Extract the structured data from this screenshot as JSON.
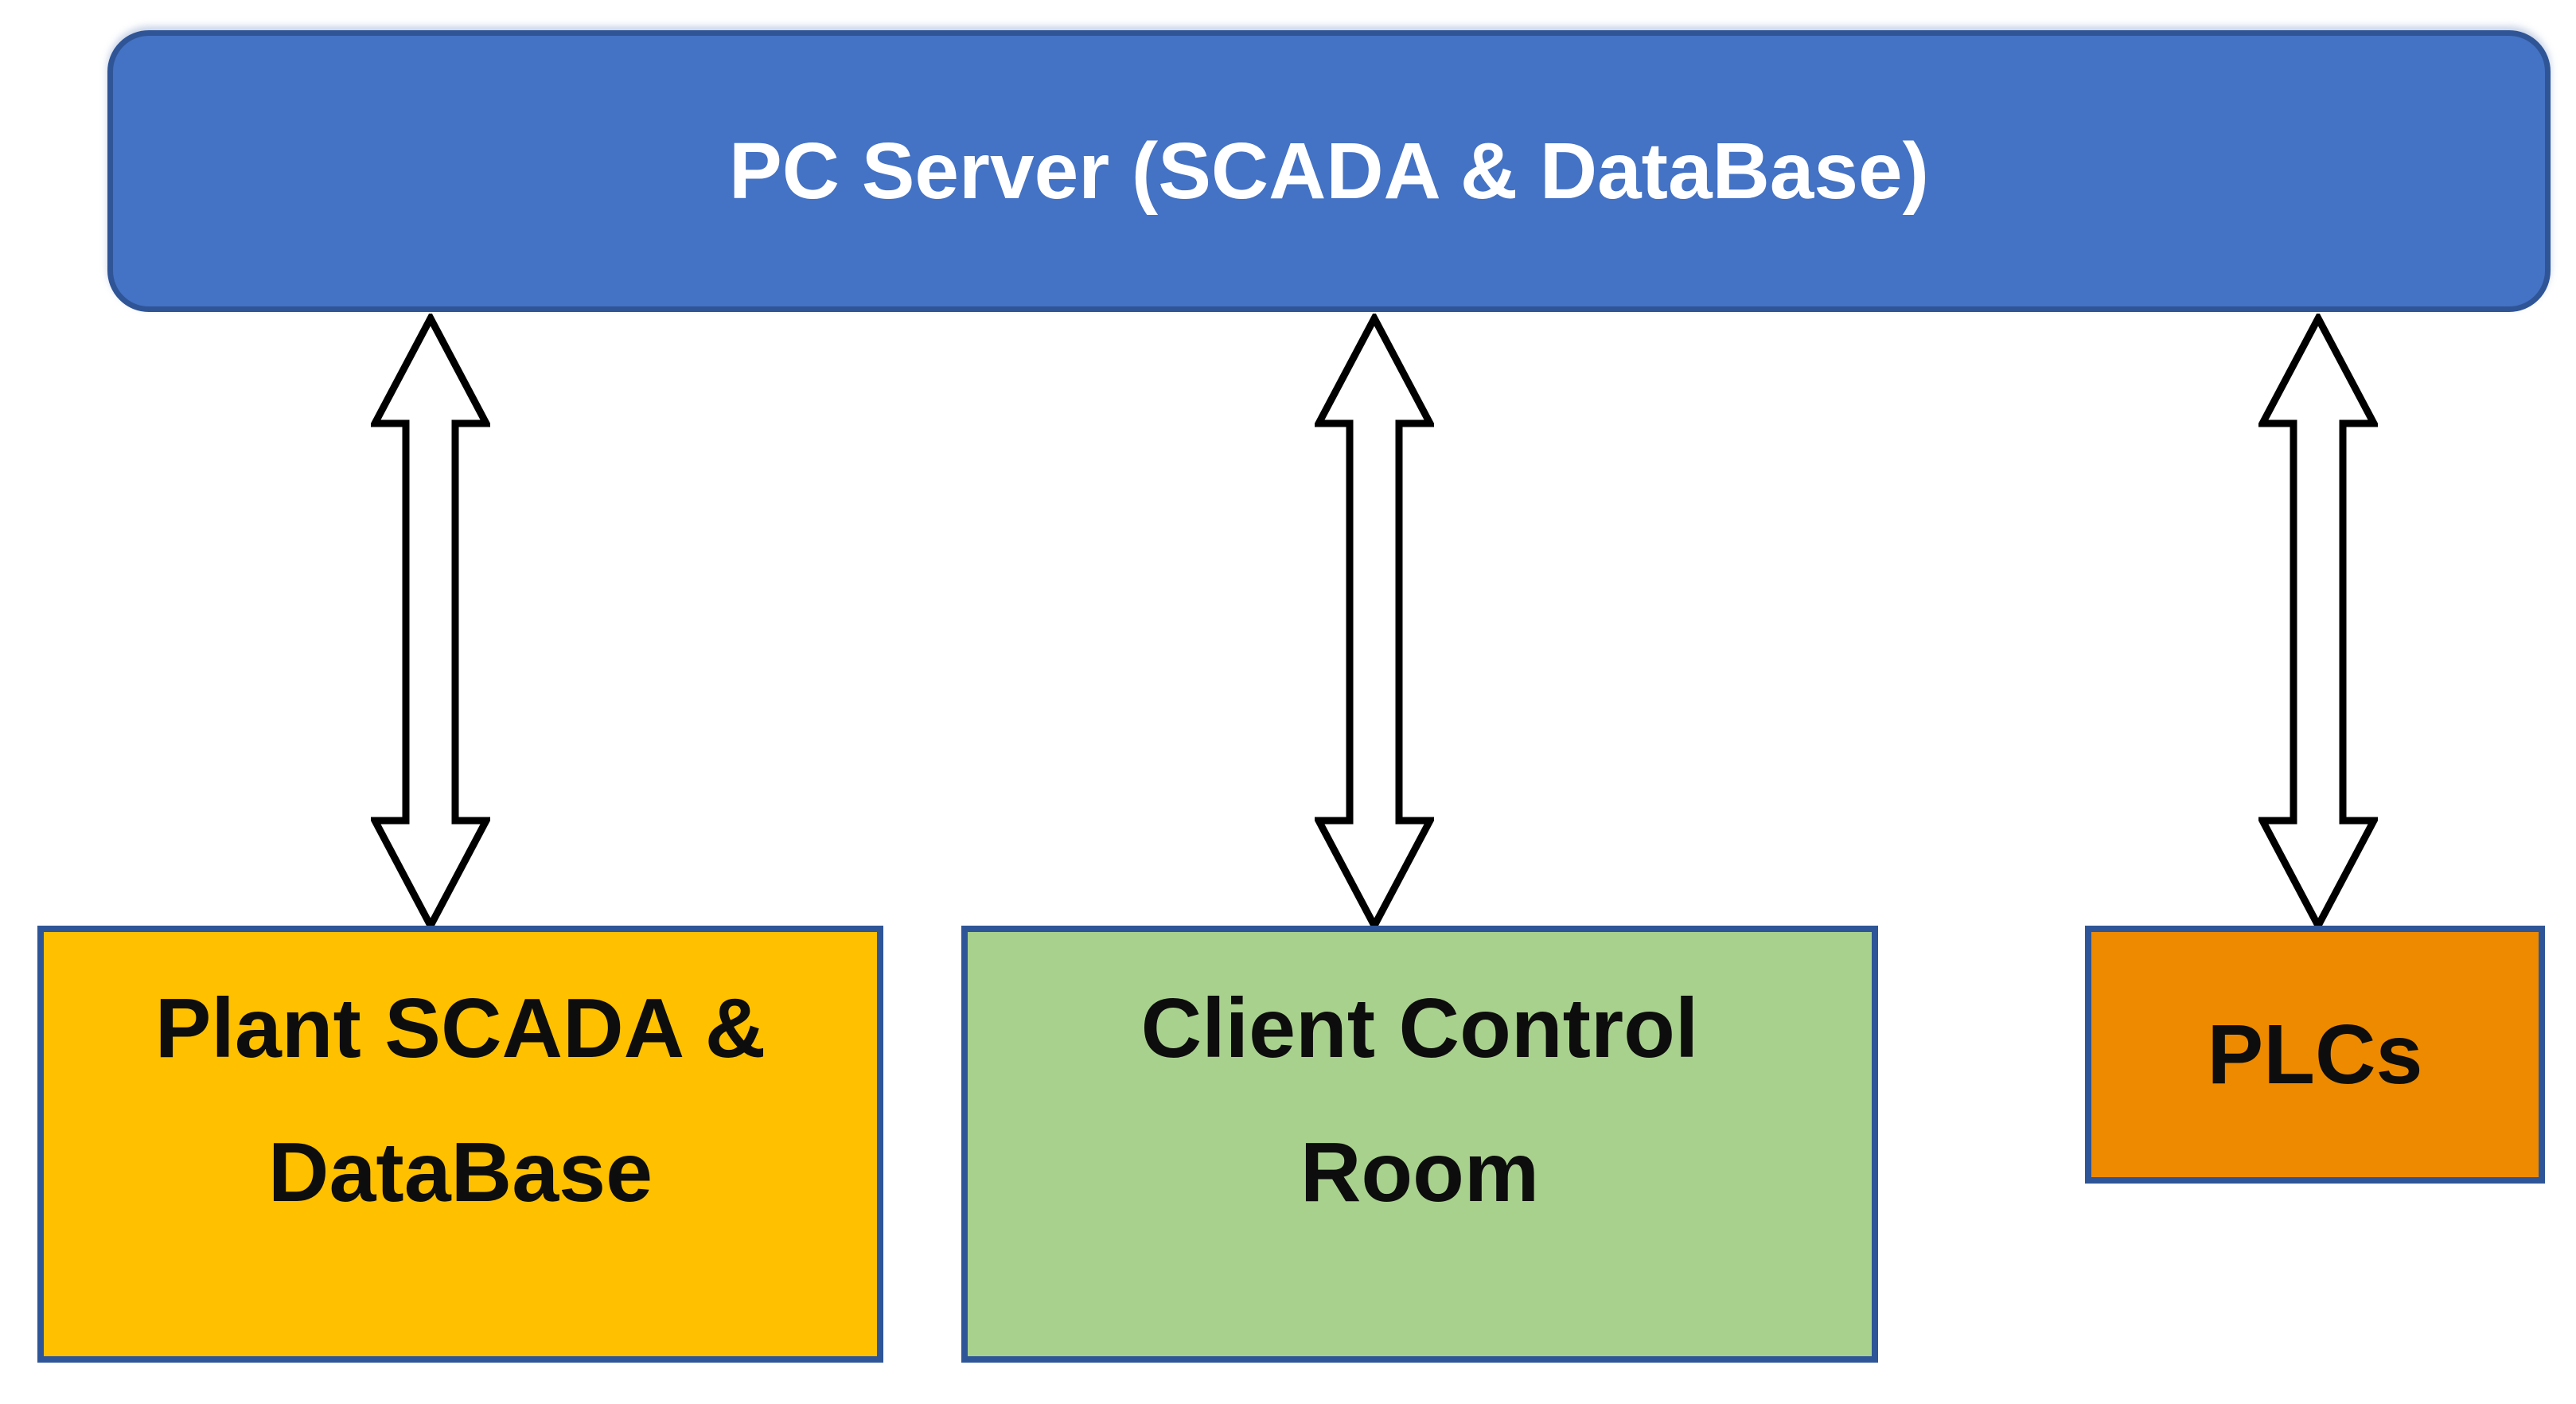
{
  "diagram": {
    "background": "#FFFFFF",
    "nodes": {
      "server": {
        "label": "PC Server (SCADA & DataBase)",
        "fill": "#4472C4",
        "border_color": "#2F5597",
        "text_color": "#FFFFFF",
        "shape": "rounded-rectangle"
      },
      "plant_scada": {
        "lines": [
          "Plant SCADA &",
          "DataBase"
        ],
        "fill": "#FFC000",
        "border_color": "#2E5597",
        "text_color": "#0D0D0D",
        "shape": "rectangle"
      },
      "client_control": {
        "lines": [
          "Client Control",
          "Room"
        ],
        "fill": "#A9D18E",
        "border_color": "#2E5597",
        "text_color": "#0D0D0D",
        "shape": "rectangle"
      },
      "plcs": {
        "label": "PLCs",
        "fill": "#ED8A00",
        "border_color": "#2E5597",
        "text_color": "#0D0D0D",
        "shape": "rectangle"
      }
    },
    "connectors": [
      {
        "from": "PC Server (SCADA & DataBase)",
        "to": "Plant SCADA & DataBase",
        "type": "double-headed-vertical-arrow"
      },
      {
        "from": "PC Server (SCADA & DataBase)",
        "to": "Client Control Room",
        "type": "double-headed-vertical-arrow"
      },
      {
        "from": "PC Server (SCADA & DataBase)",
        "to": "PLCs",
        "type": "double-headed-vertical-arrow"
      }
    ],
    "connector_style": {
      "fill": "#FFFFFF",
      "outline": "#000000"
    }
  }
}
